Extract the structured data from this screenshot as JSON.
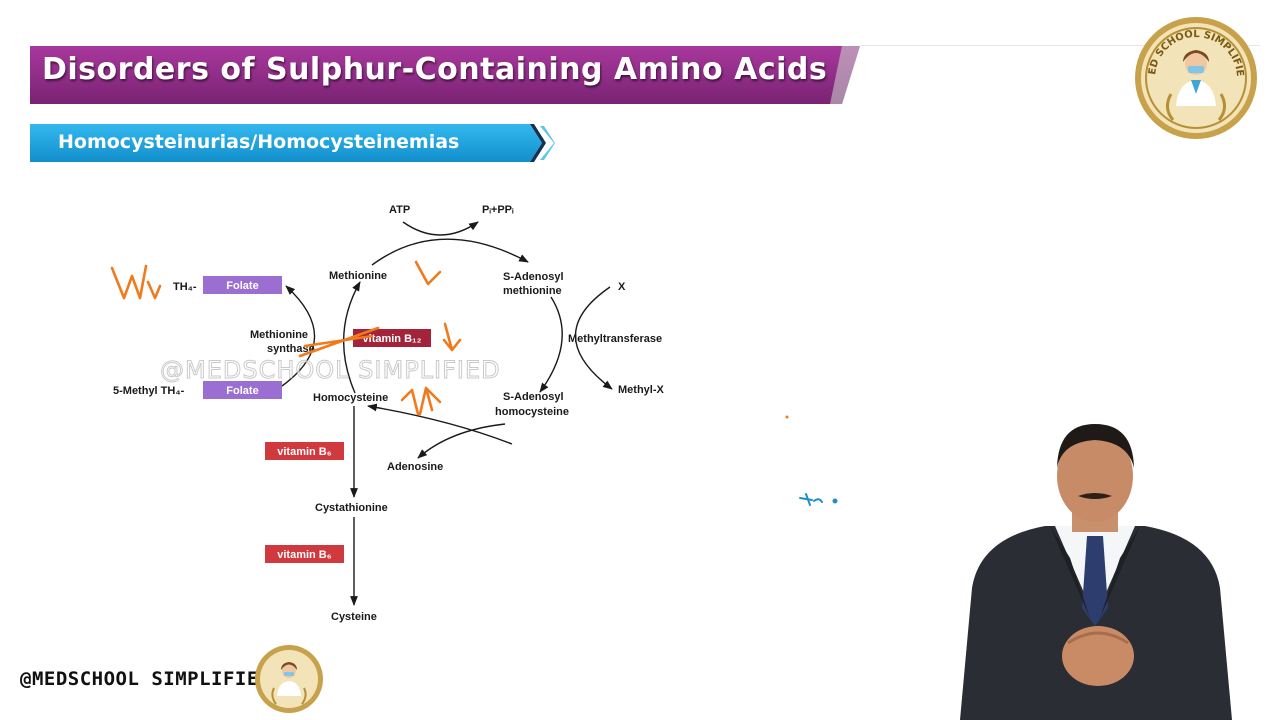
{
  "header": {
    "title": "Disorders of Sulphur-Containing Amino Acids",
    "subtitle": "Homocysteinurias/Homocysteinemias"
  },
  "colors": {
    "title_banner": "#8e2b86",
    "subtitle_banner": "#1ba7e1",
    "folate_box": "#9b6fd1",
    "vitamin_b12_box": "#a3233a",
    "vitamin_b6_box": "#d0393e",
    "annotation_orange": "#f07a1c",
    "annotation_blue": "#1f8ec8"
  },
  "diagram": {
    "atp": "ATP",
    "pi_ppi": "Pᵢ+PPᵢ",
    "methionine": "Methionine",
    "sam_line1": "S-Adenosyl",
    "sam_line2": "methionine",
    "x": "X",
    "methyltransferase": "Methyltransferase",
    "methyl_x": "Methyl-X",
    "sah_line1": "S-Adenosyl",
    "sah_line2": "homocysteine",
    "adenosine": "Adenosine",
    "homocysteine": "Homocysteine",
    "ms_line1": "Methionine",
    "ms_line2": "synthase",
    "vitamin_b12": "vitamin B₁₂",
    "th4": "TH₄-",
    "methyl_th4": "5-Methyl TH₄-",
    "folate_top": "Folate",
    "folate_bottom": "Folate",
    "vitamin_b6_1": "vitamin B₆",
    "cystathionine": "Cystathionine",
    "vitamin_b6_2": "vitamin B₆",
    "cysteine": "Cysteine"
  },
  "watermark": "@MEDSCHOOL SIMPLIFIED",
  "footer": {
    "handle": "@MEDSCHOOL SIMPLIFIED"
  },
  "logo": {
    "text": "MED SCHOOL SIMPLIFIED"
  }
}
